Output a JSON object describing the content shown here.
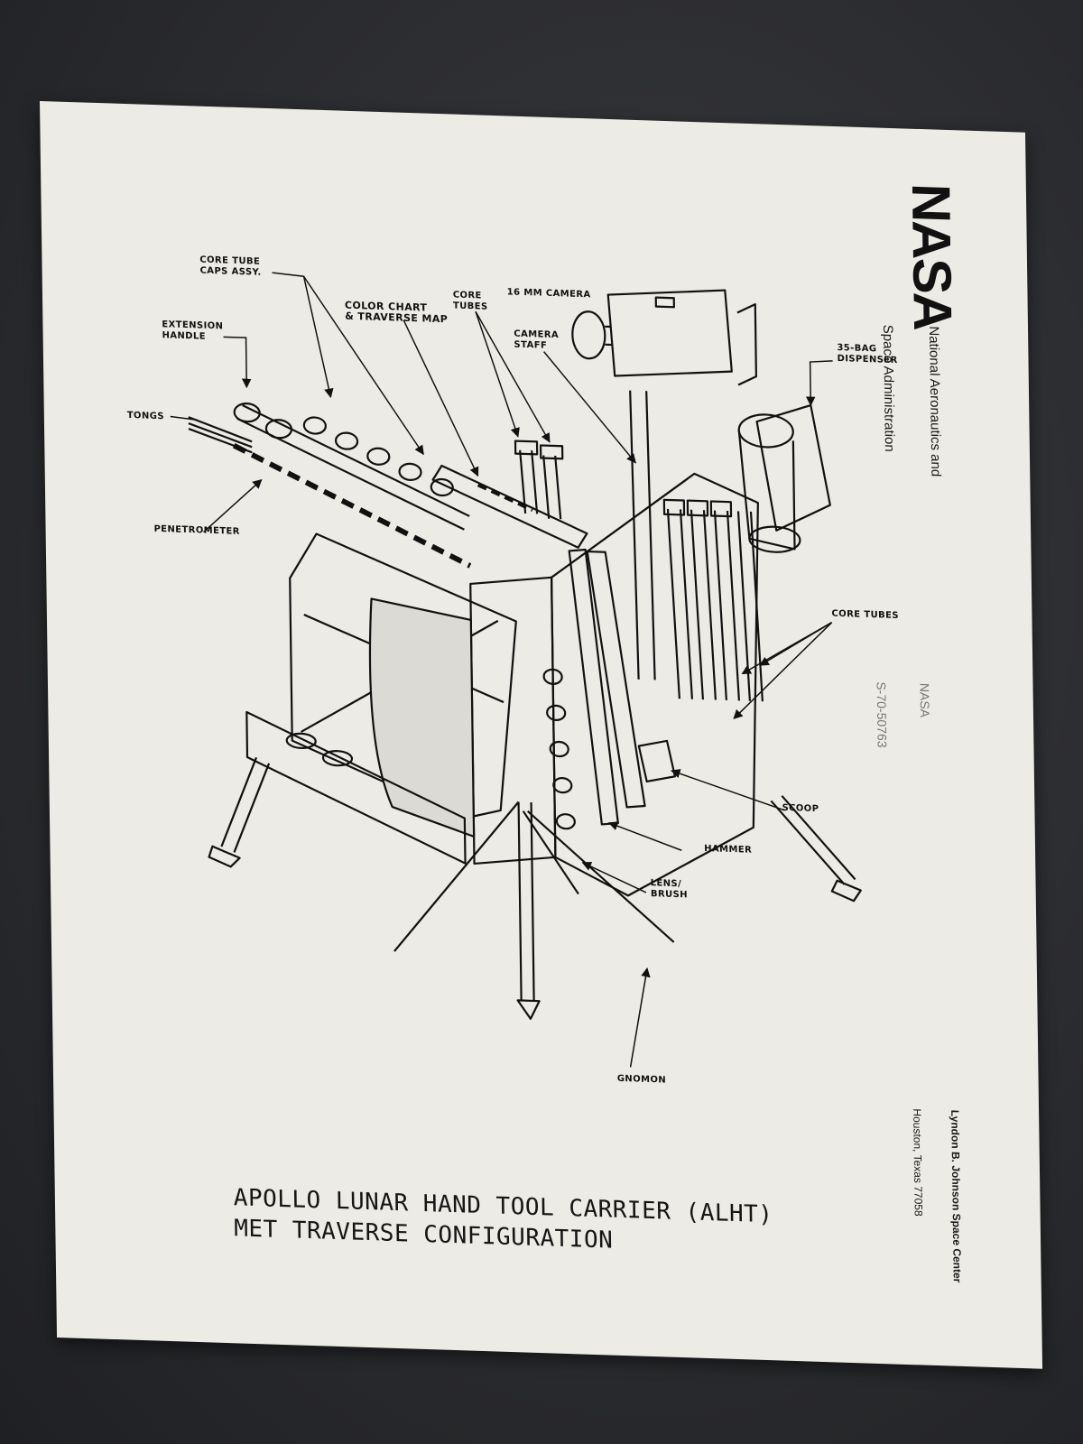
{
  "brand": {
    "logo_text": "NASA",
    "agency_line1": "National Aeronautics and",
    "agency_line2": "Space Administration",
    "photo_org": "NASA",
    "photo_number": "S-70-50763",
    "center_line1": "Lyndon B. Johnson Space Center",
    "center_line2": "Houston, Texas 77058"
  },
  "title": {
    "line1": "APOLLO LUNAR HAND TOOL CARRIER (ALHT)",
    "line2": "MET TRAVERSE CONFIGURATION"
  },
  "labels": {
    "core_tube_caps_1": "CORE TUBE",
    "core_tube_caps_2": "CAPS ASSY.",
    "extension_handle_1": "EXTENSION",
    "extension_handle_2": "HANDLE",
    "color_chart_1": "COLOR CHART",
    "color_chart_2": "& TRAVERSE MAP",
    "core_tubes_top_1": "CORE",
    "core_tubes_top_2": "TUBES",
    "camera_16mm": "16 MM CAMERA",
    "camera_staff_1": "CAMERA",
    "camera_staff_2": "STAFF",
    "bag_dispenser_1": "35-BAG",
    "bag_dispenser_2": "DISPENSER",
    "tongs": "TONGS",
    "penetrometer": "PENETROMETER",
    "core_tubes_right": "CORE TUBES",
    "scoop": "SCOOP",
    "hammer": "HAMMER",
    "lens_brush_1": "LENS/",
    "lens_brush_2": "BRUSH",
    "gnomon": "GNOMON"
  }
}
